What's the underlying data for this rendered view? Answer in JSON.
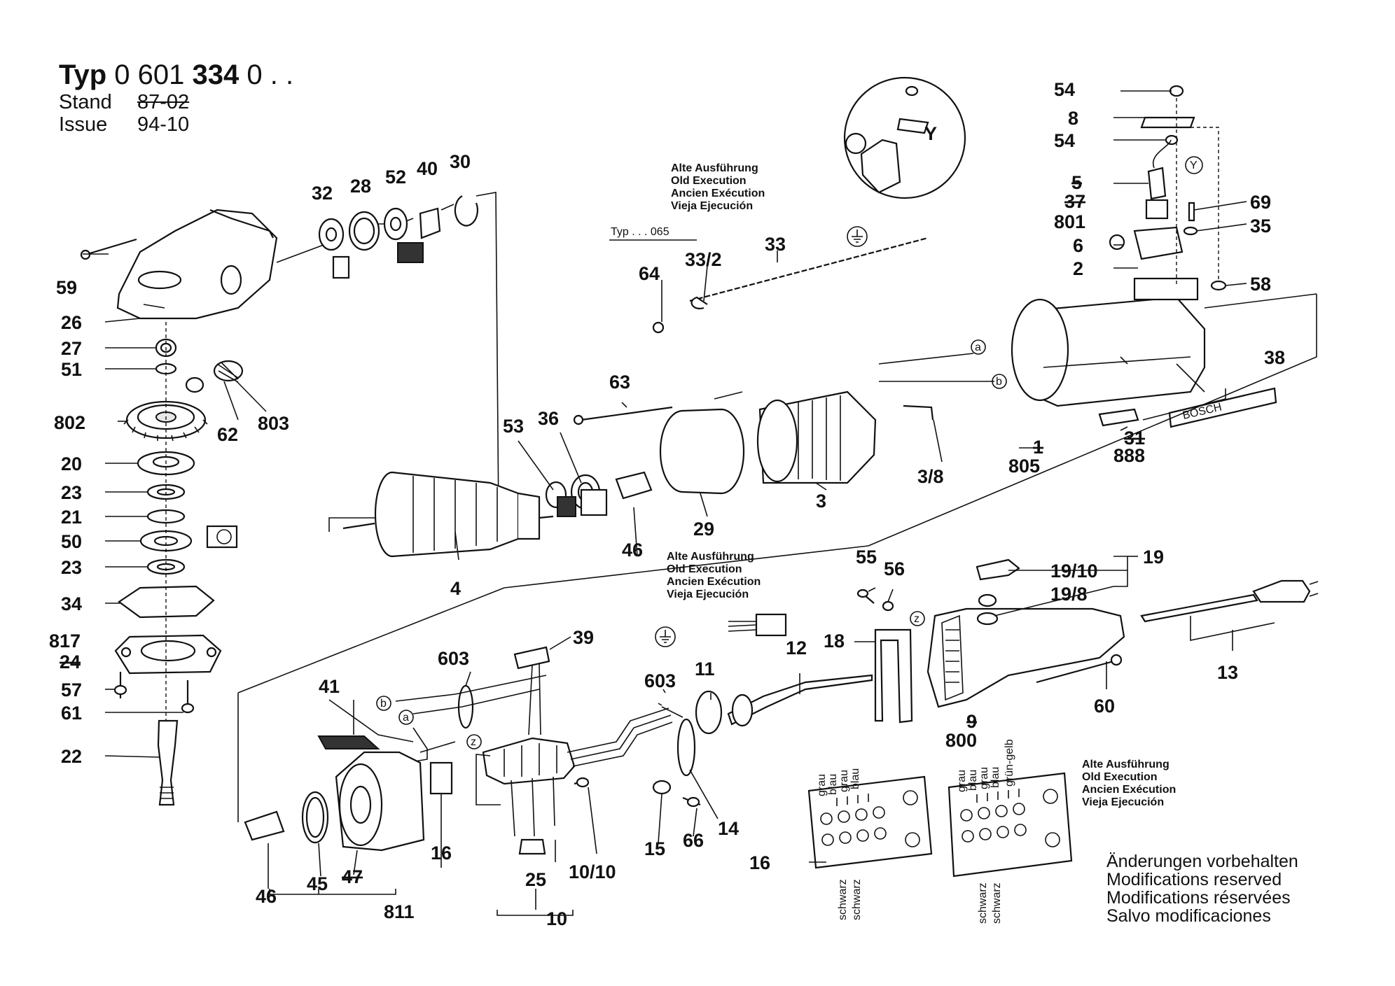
{
  "header": {
    "typ_label": "Typ",
    "typ_prefix": "0 601",
    "typ_bold": "334",
    "typ_suffix": "0 . .",
    "stand_label": "Stand",
    "stand_value": "87-02",
    "issue_label": "Issue",
    "issue_value": "94-10"
  },
  "old_execution_note": {
    "line1": "Alte Ausführung",
    "line2": "Old Execution",
    "line3": "Ancien Exécution",
    "line4": "Vieja Ejecución"
  },
  "typ_note": "Typ . . . 065",
  "detail_label": "Y",
  "bosch_label": "BOSCH",
  "wire_labels": {
    "grau": "grau",
    "blau": "blau",
    "schwarz": "schwarz",
    "grun_gelb": "grün-gelb"
  },
  "connector_letters": [
    "a",
    "b",
    "z",
    "Y"
  ],
  "footer_notes": [
    "Änderungen vorbehalten",
    "Modifications reserved",
    "Modifications réservées",
    "Salvo modificaciones"
  ],
  "callouts": [
    "59",
    "26",
    "27",
    "51",
    "802",
    "62",
    "803",
    "20",
    "23",
    "21",
    "50",
    "23",
    "34",
    "817",
    "24",
    "57",
    "61",
    "22",
    "32",
    "28",
    "52",
    "40",
    "30",
    "63",
    "53",
    "36",
    "46",
    "29",
    "4",
    "3",
    "3/8",
    "805",
    "1",
    "888",
    "31",
    "38",
    "64",
    "33/2",
    "33",
    "54",
    "8",
    "54",
    "5",
    "37",
    "801",
    "6",
    "2",
    "69",
    "35",
    "58",
    "55",
    "56",
    "19",
    "19/10",
    "19/8",
    "18",
    "12",
    "11",
    "603",
    "39",
    "603",
    "41",
    "13",
    "60",
    "9",
    "800",
    "16",
    "46",
    "45",
    "47",
    "811",
    "25",
    "10/10",
    "10",
    "15",
    "66",
    "14",
    "16"
  ]
}
